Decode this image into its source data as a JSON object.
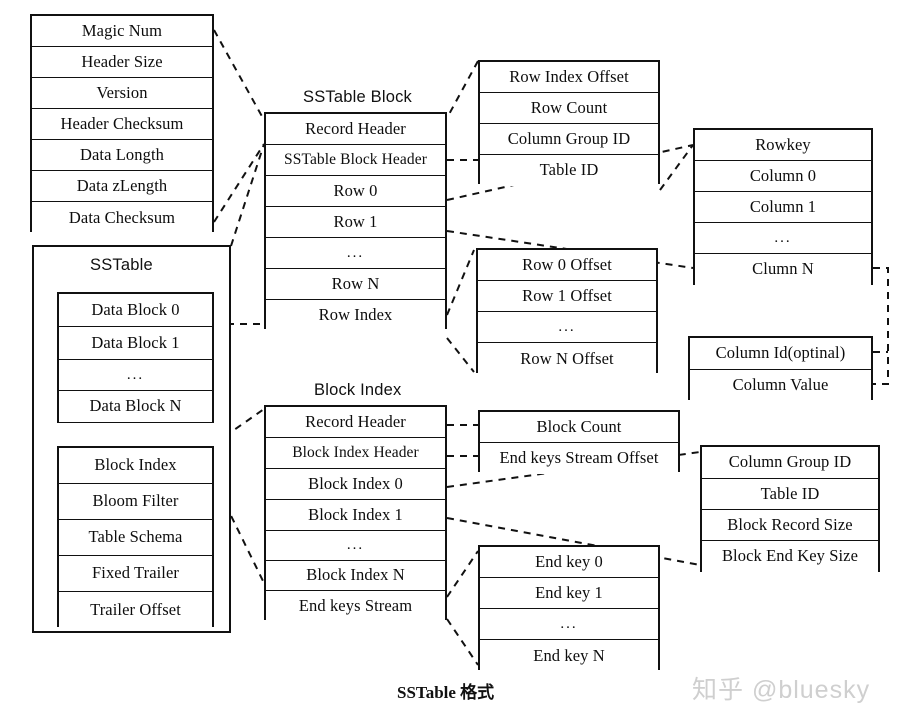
{
  "caption": "SSTable 格式",
  "watermark": "知乎 @bluesky",
  "groups": {
    "sstable": {
      "title": "SSTable"
    },
    "sstable_block": {
      "title": "SSTable Block"
    },
    "block_index": {
      "title": "Block Index"
    }
  },
  "boxes": {
    "record_header_fields": {
      "name": "record-header",
      "rows": [
        "Magic Num",
        "Header Size",
        "Version",
        "Header Checksum",
        "Data Longth",
        "Data zLength",
        "Data Checksum"
      ]
    },
    "sstable_data_blocks": {
      "name": "sstable-data-blocks",
      "rows": [
        "Data Block 0",
        "Data Block 1",
        "...",
        "Data Block N"
      ]
    },
    "sstable_meta": {
      "name": "sstable-meta",
      "rows": [
        "Block Index",
        "Bloom Filter",
        "Table Schema",
        "Fixed Trailer",
        "Trailer Offset"
      ]
    },
    "sstable_block": {
      "name": "sstable-block",
      "rows": [
        "Record Header",
        "SSTable Block Header",
        "Row 0",
        "Row 1",
        "...",
        "Row N",
        "Row Index"
      ]
    },
    "sstable_block_header": {
      "name": "sstable-block-header-fields",
      "rows": [
        "Row Index Offset",
        "Row Count",
        "Column Group ID",
        "Table ID"
      ]
    },
    "row_index": {
      "name": "row-index-offsets",
      "rows": [
        "Row 0 Offset",
        "Row 1 Offset",
        "...",
        "Row N Offset"
      ]
    },
    "row_detail": {
      "name": "row-detail",
      "rows": [
        "Rowkey",
        "Column 0",
        "Column 1",
        "...",
        "Clumn N"
      ]
    },
    "column_detail": {
      "name": "column-detail",
      "rows": [
        "Column Id(optinal)",
        "Column Value"
      ]
    },
    "block_index": {
      "name": "block-index",
      "rows": [
        "Record Header",
        "Block Index Header",
        "Block Index 0",
        "Block Index 1",
        "...",
        "Block Index N",
        "End keys Stream"
      ]
    },
    "block_index_header": {
      "name": "block-index-header-fields",
      "rows": [
        "Block Count",
        "End keys Stream Offset"
      ]
    },
    "block_index_entry": {
      "name": "block-index-entry",
      "rows": [
        "Column Group ID",
        "Table ID",
        "Block Record Size",
        "Block End Key Size"
      ]
    },
    "end_keys": {
      "name": "end-keys-stream",
      "rows": [
        "End key 0",
        "End key 1",
        "...",
        "End key N"
      ]
    }
  },
  "colors": {
    "stroke": "#111111",
    "background": "#ffffff",
    "watermark": "#cfcfcf"
  }
}
